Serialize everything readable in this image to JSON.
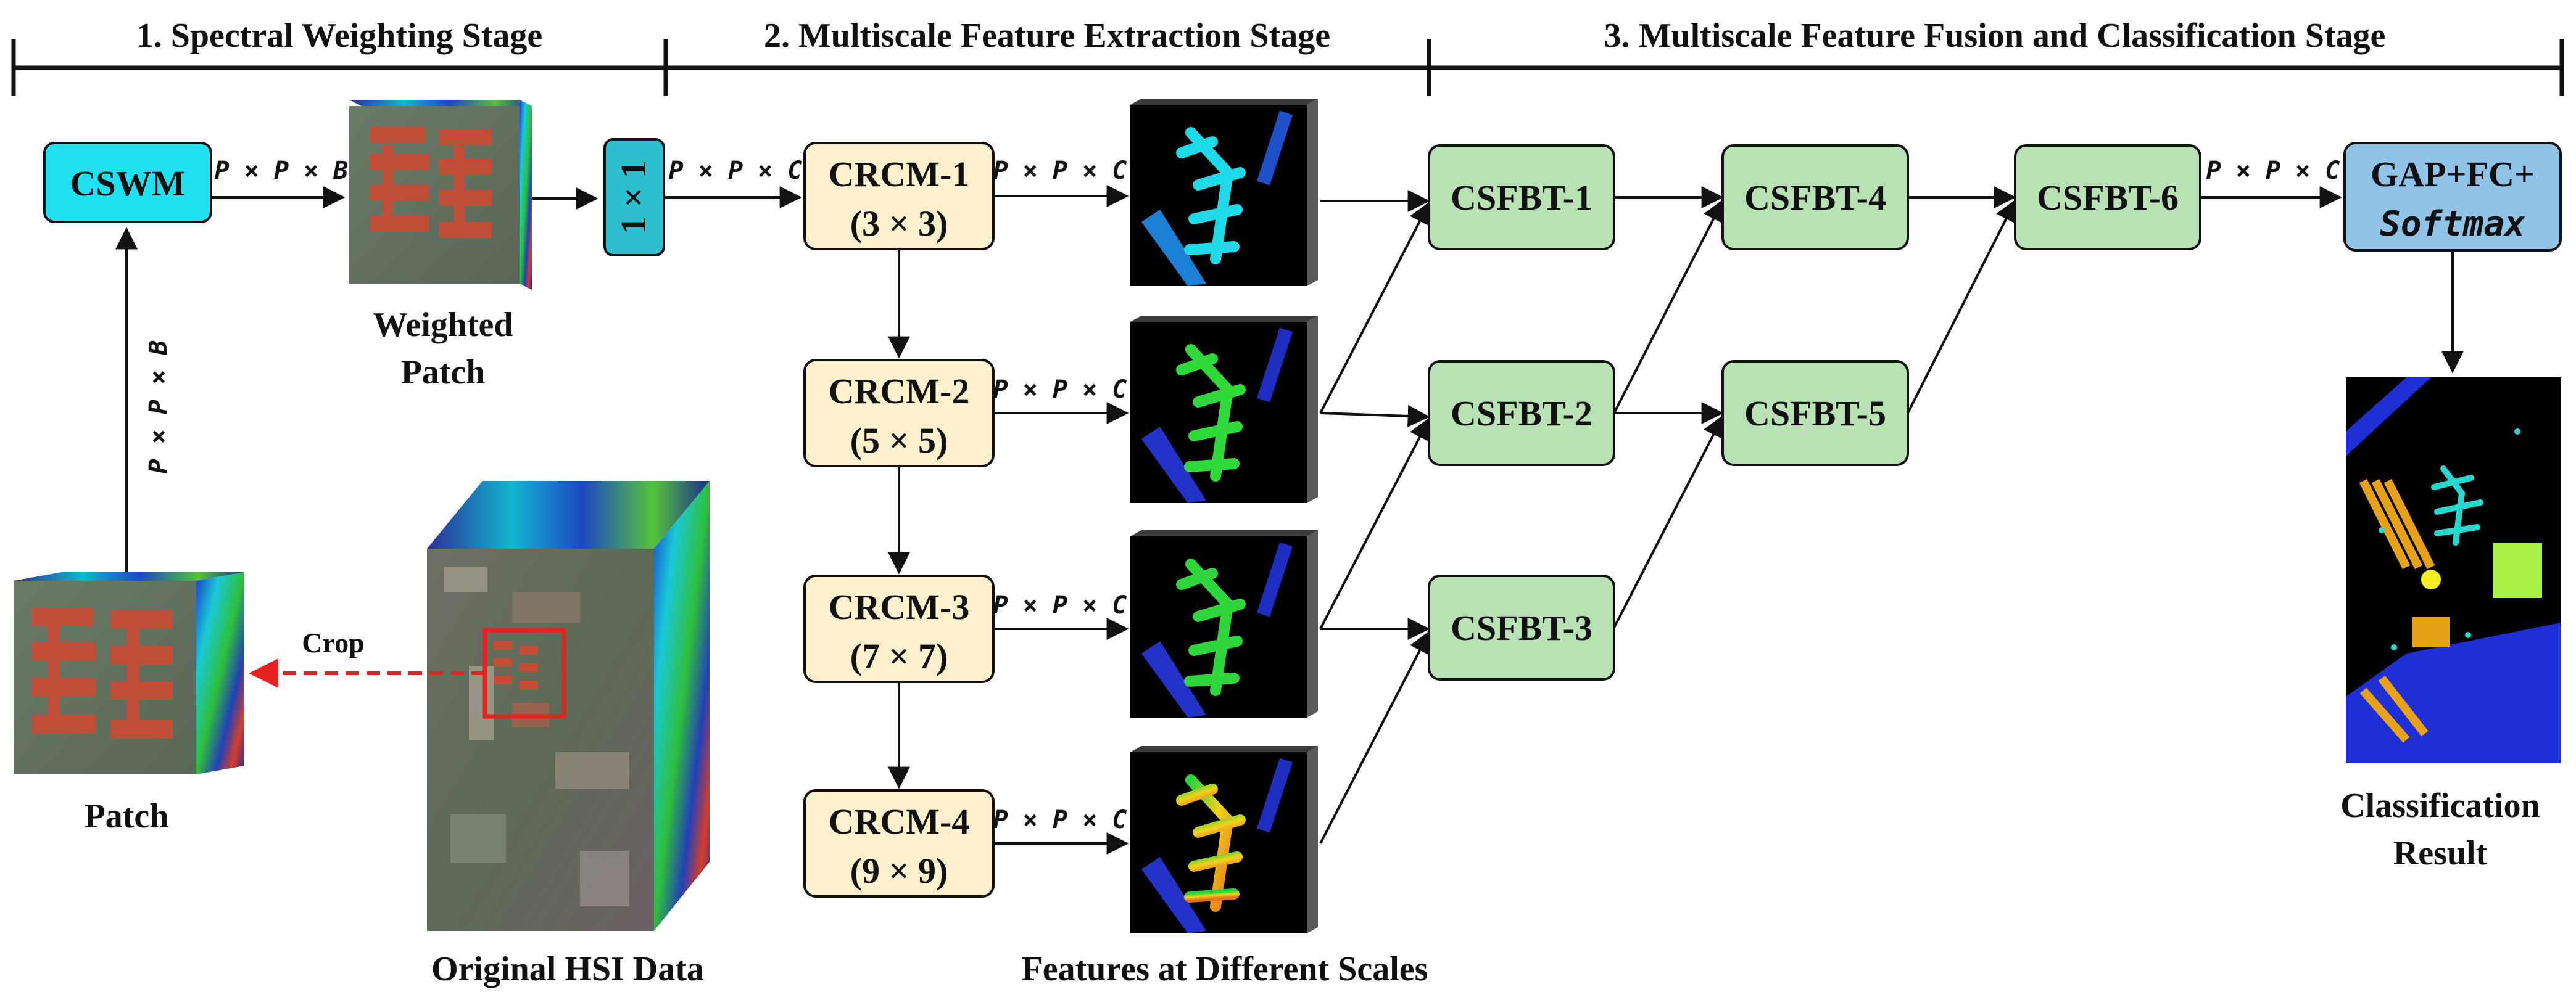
{
  "stages": {
    "stage1": "1. Spectral Weighting Stage",
    "stage2": "2. Multiscale Feature Extraction Stage",
    "stage3": "3. Multiscale Feature Fusion and Classification Stage"
  },
  "modules": {
    "cswm": "CSWM",
    "conv1x1": "1 × 1",
    "crcm": [
      {
        "name": "CRCM-1",
        "kernel": "(3 × 3)"
      },
      {
        "name": "CRCM-2",
        "kernel": "(5 × 5)"
      },
      {
        "name": "CRCM-3",
        "kernel": "(7 × 7)"
      },
      {
        "name": "CRCM-4",
        "kernel": "(9 × 9)"
      }
    ],
    "csfbt": [
      "CSFBT-1",
      "CSFBT-2",
      "CSFBT-3",
      "CSFBT-4",
      "CSFBT-5",
      "CSFBT-6"
    ],
    "head_line1": "GAP+FC+",
    "head_line2": "Softmax"
  },
  "dims": {
    "pxpxb": "P × P × B",
    "pxpxc": "P × P × C"
  },
  "captions": {
    "weighted_patch_1": "Weighted",
    "weighted_patch_2": "Patch",
    "patch": "Patch",
    "crop": "Crop",
    "original": "Original HSI Data",
    "features": "Features at Different Scales",
    "result_1": "Classification",
    "result_2": "Result"
  },
  "colors": {
    "cswm": "#1fe1f2",
    "conv1x1": "#2dbfd0",
    "crcm": "#fdf0cd",
    "csfbt": "#b8e2b4",
    "head": "#8fc3e8",
    "crop_box": "#e8201f"
  }
}
